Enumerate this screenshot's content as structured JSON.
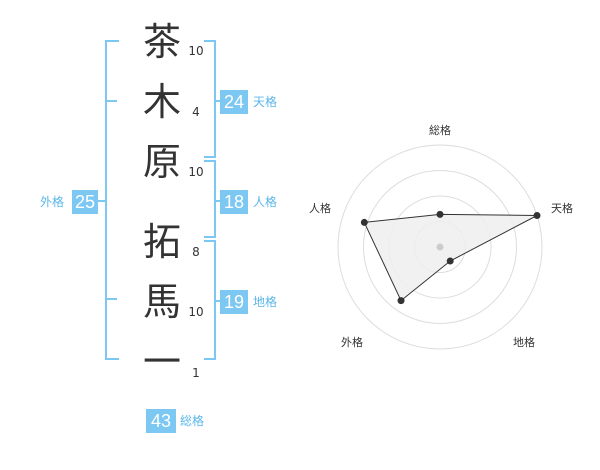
{
  "name_chars": [
    "茶",
    "木",
    "原",
    "拓",
    "馬",
    "一"
  ],
  "stroke_counts": [
    "10",
    "4",
    "10",
    "8",
    "10",
    "1"
  ],
  "colors": {
    "accent": "#7cc8f2",
    "label": "#5bb6ea",
    "text": "#333333"
  },
  "scores": {
    "tenkaku": {
      "value": "24",
      "label": "天格"
    },
    "jinkaku": {
      "value": "18",
      "label": "人格"
    },
    "chikaku": {
      "value": "19",
      "label": "地格"
    },
    "gaikaku": {
      "value": "25",
      "label": "外格"
    },
    "soukaku": {
      "value": "43",
      "label": "総格"
    }
  },
  "chart_data": {
    "type": "radar",
    "axes": [
      "総格",
      "天格",
      "地格",
      "外格",
      "人格"
    ],
    "values": [
      0.32,
      1.0,
      0.17,
      0.65,
      0.78
    ],
    "rings": 4
  }
}
